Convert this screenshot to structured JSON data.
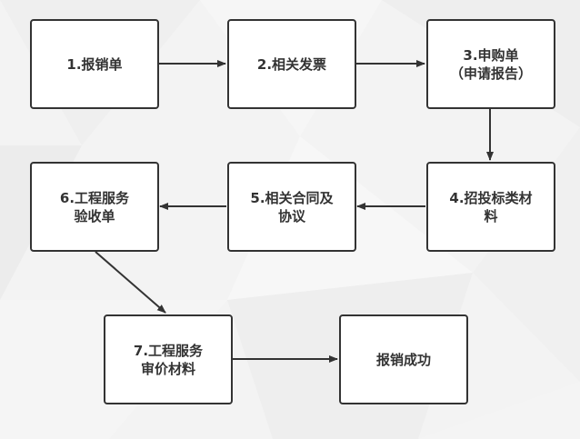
{
  "diagram": {
    "colors": {
      "stroke": "#333333",
      "box_fill": "#ffffff",
      "background": "#f2f2f2"
    },
    "nodes": [
      {
        "id": "n1",
        "lines": [
          "1.报销单"
        ]
      },
      {
        "id": "n2",
        "lines": [
          "2.相关发票"
        ]
      },
      {
        "id": "n3",
        "lines": [
          "3.申购单",
          "（申请报告）"
        ]
      },
      {
        "id": "n4",
        "lines": [
          "4.招投标类材",
          "料"
        ]
      },
      {
        "id": "n5",
        "lines": [
          "5.相关合同及",
          "协议"
        ]
      },
      {
        "id": "n6",
        "lines": [
          "6.工程服务",
          "验收单"
        ]
      },
      {
        "id": "n7",
        "lines": [
          "7.工程服务",
          "审价材料"
        ]
      },
      {
        "id": "n8",
        "lines": [
          "报销成功"
        ]
      }
    ],
    "edges": [
      {
        "from": "n1",
        "to": "n2"
      },
      {
        "from": "n2",
        "to": "n3"
      },
      {
        "from": "n3",
        "to": "n4"
      },
      {
        "from": "n4",
        "to": "n5"
      },
      {
        "from": "n5",
        "to": "n6"
      },
      {
        "from": "n6",
        "to": "n7"
      },
      {
        "from": "n7",
        "to": "n8"
      }
    ]
  }
}
